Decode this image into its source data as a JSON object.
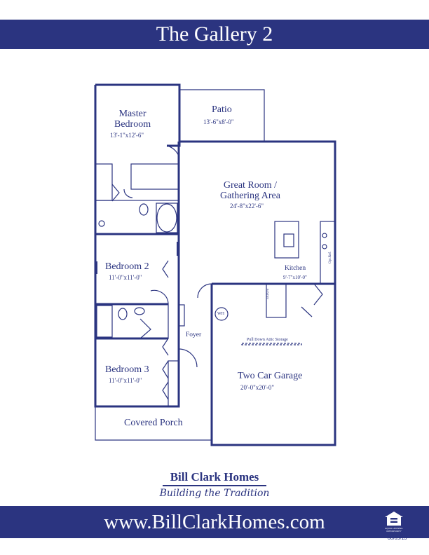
{
  "header": {
    "title": "The Gallery 2"
  },
  "rooms": {
    "master": {
      "name1": "Master",
      "name2": "Bedroom",
      "dims": "13'-1\"x12'-6\""
    },
    "patio": {
      "name": "Patio",
      "dims": "13'-6\"x8'-0\""
    },
    "great_room": {
      "name1": "Great Room /",
      "name2": "Gathering Area",
      "dims": "24'-8\"x22'-6\""
    },
    "bedroom2": {
      "name": "Bedroom 2",
      "dims": "11'-0\"x11'-0\""
    },
    "kitchen": {
      "name": "Kitchen",
      "dims": "9'-7\"x10'-0\""
    },
    "foyer": {
      "name": "Foyer"
    },
    "bedroom3": {
      "name": "Bedroom 3",
      "dims": "11'-0\"x11'-0\""
    },
    "garage": {
      "name": "Two Car Garage",
      "dims": "20'-0\"x20'-0\""
    },
    "porch": {
      "name": "Covered Porch"
    }
  },
  "fixtures": {
    "water_heater": "WH",
    "attic": "Pull Down Attic Storage",
    "pantry": "PANTRY",
    "opt_ref": "Opt.Ref."
  },
  "logo": {
    "brand": "Bill Clark Homes",
    "tagline": "Building the Tradition"
  },
  "footer": {
    "url": "www.BillClarkHomes.com",
    "date": "08/09/13",
    "eho_text": "EQUAL HOUSING OPPORTUNITY"
  },
  "colors": {
    "brand_blue": "#2b3480",
    "background": "#ffffff"
  }
}
